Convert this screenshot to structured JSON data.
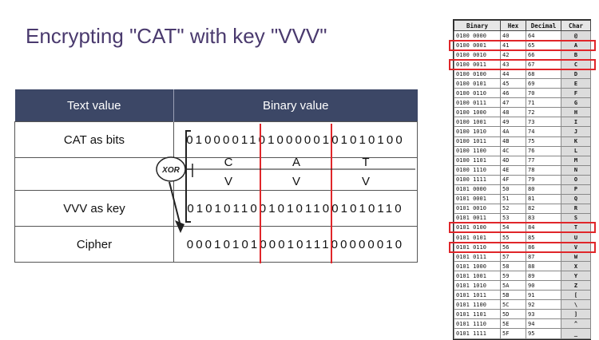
{
  "title": "Encrypting \"CAT\" with key \"VVV\"",
  "table": {
    "headers": [
      "Text value",
      "Binary value"
    ],
    "rows": [
      {
        "label": "CAT as bits",
        "bits": [
          "01000011",
          "01000001",
          "01010100"
        ]
      },
      {
        "label": "",
        "letters_top": [
          "C",
          "A",
          "T"
        ],
        "letters_bottom": [
          "V",
          "V",
          "V"
        ]
      },
      {
        "label": "VVV as key",
        "bits": [
          "01010110",
          "01010110",
          "01010110"
        ]
      },
      {
        "label": "Cipher",
        "bits": [
          "00010101",
          "00010111",
          "00000010"
        ]
      }
    ],
    "operator": "XOR"
  },
  "ascii_table": {
    "headers": [
      "Binary",
      "Hex",
      "Decimal",
      "Char"
    ],
    "rows": [
      [
        "0100 0000",
        "40",
        "64",
        "@"
      ],
      [
        "0100 0001",
        "41",
        "65",
        "A"
      ],
      [
        "0100 0010",
        "42",
        "66",
        "B"
      ],
      [
        "0100 0011",
        "43",
        "67",
        "C"
      ],
      [
        "0100 0100",
        "44",
        "68",
        "D"
      ],
      [
        "0100 0101",
        "45",
        "69",
        "E"
      ],
      [
        "0100 0110",
        "46",
        "70",
        "F"
      ],
      [
        "0100 0111",
        "47",
        "71",
        "G"
      ],
      [
        "0100 1000",
        "48",
        "72",
        "H"
      ],
      [
        "0100 1001",
        "49",
        "73",
        "I"
      ],
      [
        "0100 1010",
        "4A",
        "74",
        "J"
      ],
      [
        "0100 1011",
        "4B",
        "75",
        "K"
      ],
      [
        "0100 1100",
        "4C",
        "76",
        "L"
      ],
      [
        "0100 1101",
        "4D",
        "77",
        "M"
      ],
      [
        "0100 1110",
        "4E",
        "78",
        "N"
      ],
      [
        "0100 1111",
        "4F",
        "79",
        "O"
      ],
      [
        "0101 0000",
        "50",
        "80",
        "P"
      ],
      [
        "0101 0001",
        "51",
        "81",
        "Q"
      ],
      [
        "0101 0010",
        "52",
        "82",
        "R"
      ],
      [
        "0101 0011",
        "53",
        "83",
        "S"
      ],
      [
        "0101 0100",
        "54",
        "84",
        "T"
      ],
      [
        "0101 0101",
        "55",
        "85",
        "U"
      ],
      [
        "0101 0110",
        "56",
        "86",
        "V"
      ],
      [
        "0101 0111",
        "57",
        "87",
        "W"
      ],
      [
        "0101 1000",
        "58",
        "88",
        "X"
      ],
      [
        "0101 1001",
        "59",
        "89",
        "Y"
      ],
      [
        "0101 1010",
        "5A",
        "90",
        "Z"
      ],
      [
        "0101 1011",
        "5B",
        "91",
        "["
      ],
      [
        "0101 1100",
        "5C",
        "92",
        "\\"
      ],
      [
        "0101 1101",
        "5D",
        "93",
        "]"
      ],
      [
        "0101 1110",
        "5E",
        "94",
        "^"
      ],
      [
        "0101 1111",
        "5F",
        "95",
        "_"
      ]
    ],
    "highlighted_chars": [
      "A",
      "C",
      "T",
      "V"
    ],
    "highlight_color": "#e0262a"
  },
  "colors": {
    "header_bg": "#3c4766",
    "divider": "#e0262a",
    "title": "#4a3a6e"
  }
}
